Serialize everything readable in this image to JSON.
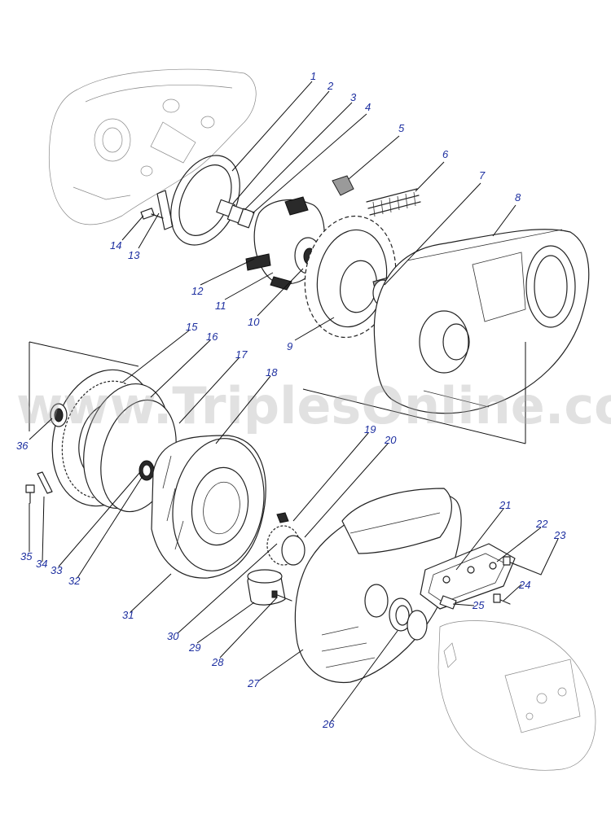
{
  "watermark": "www.TriplesOnline.com",
  "labels": [
    {
      "id": "1",
      "text": "1"
    },
    {
      "id": "2",
      "text": "2"
    },
    {
      "id": "3",
      "text": "3"
    },
    {
      "id": "4",
      "text": "4"
    },
    {
      "id": "5",
      "text": "5"
    },
    {
      "id": "6",
      "text": "6"
    },
    {
      "id": "7",
      "text": "7"
    },
    {
      "id": "8",
      "text": "8"
    },
    {
      "id": "9",
      "text": "9"
    },
    {
      "id": "10",
      "text": "10"
    },
    {
      "id": "11",
      "text": "11"
    },
    {
      "id": "12",
      "text": "12"
    },
    {
      "id": "13",
      "text": "13"
    },
    {
      "id": "14",
      "text": "14"
    },
    {
      "id": "15",
      "text": "15"
    },
    {
      "id": "16",
      "text": "16"
    },
    {
      "id": "17",
      "text": "17"
    },
    {
      "id": "18",
      "text": "18"
    },
    {
      "id": "19",
      "text": "19"
    },
    {
      "id": "20",
      "text": "20"
    },
    {
      "id": "21",
      "text": "21"
    },
    {
      "id": "22",
      "text": "22"
    },
    {
      "id": "23",
      "text": "23"
    },
    {
      "id": "24",
      "text": "24"
    },
    {
      "id": "25",
      "text": "25"
    },
    {
      "id": "26",
      "text": "26"
    },
    {
      "id": "27",
      "text": "27"
    },
    {
      "id": "28",
      "text": "28"
    },
    {
      "id": "29",
      "text": "29"
    },
    {
      "id": "30",
      "text": "30"
    },
    {
      "id": "31",
      "text": "31"
    },
    {
      "id": "32",
      "text": "32"
    },
    {
      "id": "33",
      "text": "33"
    },
    {
      "id": "34",
      "text": "34"
    },
    {
      "id": "35",
      "text": "35"
    },
    {
      "id": "36",
      "text": "36"
    }
  ],
  "colors": {
    "label": "#1d2fa0",
    "line": "#222222",
    "watermark": "#aaaaaa"
  }
}
